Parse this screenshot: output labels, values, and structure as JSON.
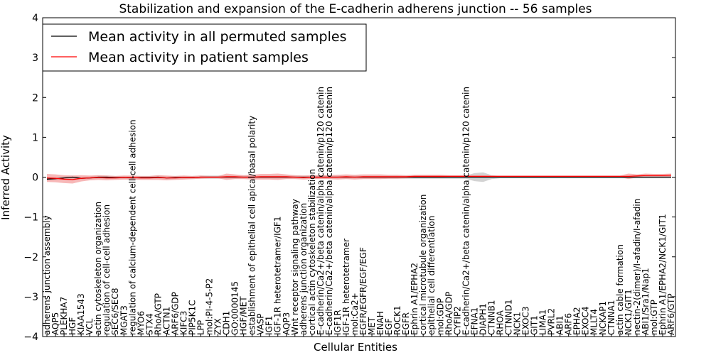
{
  "chart_data": {
    "type": "line",
    "title": "Stabilization and expansion of the E-cadherin adherens junction -- 56 samples",
    "xlabel": "Cellular Entities",
    "ylabel": "Inferred Activity",
    "ylim": [
      -4,
      4
    ],
    "yticks": [
      "4",
      "3",
      "2",
      "1",
      "0",
      "−1",
      "−2",
      "−3",
      "−4"
    ],
    "grid": false,
    "legend_position": "top-left",
    "colors": {
      "permuted": "#000000",
      "patient": "#ff0000",
      "patient_band": "#f4a0a0",
      "permuted_band": "#c8c8c8"
    },
    "categories": [
      "adherens junction assembly",
      "AQP5",
      "PLEKHA7",
      "HGF",
      "KIAA1543",
      "VCL",
      "actin cytoskeleton organization",
      "regulation of cell-cell adhesion",
      "SEC6/SEC8",
      "MGAT3",
      "regulation of calcium-dependent cell-cell adhesion",
      "MYO6",
      "STX4",
      "RhoA/GTP",
      "ACTN1",
      "ARF6/GDP",
      "KIFC3",
      "PIP5K1C",
      "LPP",
      "mol:PI-4-5-P2",
      "ZYX",
      "CDH1",
      "GO:0000145",
      "HGF/MET",
      "establishment of epithelial cell apical/basal polarity",
      "VASP",
      "IGF1",
      "IGF-1R heterotetramer/IGF1",
      "AQP3",
      "Wnt receptor signaling pathway",
      "adherens junction organization",
      "cortical actin cytoskeleton stabilization",
      "E-cadherin/Ca2+/beta catenin/alpha catenin/p120 catenin",
      "E-cadherin/Ca2+/beta catenin/alpha catenin/p120 catenin",
      "IGF1R",
      "IGF-1R heterotetramer",
      "mol:Ca2+",
      "EGFR/EGFR/EGF/EGF",
      "MET",
      "ENAH",
      "EGF",
      "ROCK1",
      "EGFR",
      "Ephrin A1/EPHA2",
      "cortical microtubule organization",
      "epithelial cell differentiation",
      "mol:GDP",
      "RhoA/GDP",
      "CYFIP2",
      "E-cadherin/Ca2+/beta catenin/alpha catenin/p120 catenin",
      "EFNA1",
      "DIAPH1",
      "CTNNB1",
      "RHOA",
      "CTNND1",
      "NCK1",
      "EXOC3",
      "GIT1",
      "LIMA1",
      "PVRL2",
      "ABI1",
      "ARF6",
      "EPHA2",
      "EXOC4",
      "MLLT4",
      "NCKAP1",
      "CTNNA1",
      "actin cable formation",
      "NCK1/GIT1",
      "nectin-2(dimer)/I-afadin/I-afadin",
      "ABI1/Sra1/Nap1",
      "mol:GTP",
      "Ephrin A1/EPHA2/NCK1/GIT1",
      "ARF6/GTP"
    ],
    "series": [
      {
        "name": "Mean activity in all permuted samples",
        "values": [
          -0.05,
          -0.04,
          -0.02,
          0.0,
          -0.03,
          -0.02,
          0.0,
          0.0,
          -0.01,
          -0.01,
          -0.02,
          -0.01,
          -0.01,
          0.0,
          -0.02,
          -0.01,
          -0.01,
          -0.01,
          0.0,
          0.0,
          0.0,
          0.0,
          0.0,
          0.0,
          0.0,
          0.0,
          0.0,
          0.0,
          0.0,
          0.0,
          0.0,
          0.0,
          0.0,
          0.0,
          0.0,
          0.0,
          0.0,
          0.0,
          0.0,
          0.0,
          0.0,
          0.0,
          0.0,
          0.0,
          0.0,
          0.0,
          0.0,
          0.0,
          0.0,
          0.0,
          0.0,
          0.0,
          0.0,
          0.0,
          0.0,
          0.0,
          0.0,
          0.0,
          0.0,
          0.0,
          0.0,
          0.0,
          0.0,
          0.0,
          0.0,
          0.0,
          0.0,
          0.0,
          0.0,
          0.0,
          0.0,
          0.0,
          0.0,
          0.0
        ],
        "band": [
          0.04,
          0.04,
          0.04,
          0.04,
          0.04,
          0.04,
          0.04,
          0.04,
          0.04,
          0.04,
          0.04,
          0.04,
          0.04,
          0.04,
          0.04,
          0.04,
          0.04,
          0.04,
          0.04,
          0.04,
          0.04,
          0.04,
          0.04,
          0.04,
          0.04,
          0.04,
          0.04,
          0.04,
          0.04,
          0.04,
          0.04,
          0.04,
          0.04,
          0.04,
          0.04,
          0.04,
          0.04,
          0.04,
          0.04,
          0.04,
          0.04,
          0.04,
          0.04,
          0.04,
          0.04,
          0.04,
          0.04,
          0.04,
          0.04,
          0.04,
          0.1,
          0.12,
          0.05,
          0.03,
          0.03,
          0.03,
          0.03,
          0.03,
          0.03,
          0.03,
          0.03,
          0.03,
          0.03,
          0.03,
          0.03,
          0.03,
          0.03,
          0.03,
          0.03,
          0.03,
          0.03,
          0.03,
          0.03,
          0.03
        ]
      },
      {
        "name": "Mean activity in patient samples",
        "values": [
          -0.02,
          -0.03,
          -0.05,
          -0.06,
          -0.03,
          -0.02,
          -0.01,
          -0.02,
          -0.02,
          -0.01,
          -0.01,
          -0.02,
          -0.02,
          -0.01,
          -0.02,
          -0.02,
          -0.01,
          -0.01,
          0.0,
          0.0,
          0.0,
          0.01,
          0.01,
          0.0,
          0.0,
          0.01,
          0.01,
          0.01,
          0.01,
          0.0,
          -0.01,
          0.0,
          0.0,
          0.0,
          0.0,
          0.01,
          0.0,
          0.01,
          0.01,
          0.01,
          0.01,
          0.01,
          0.01,
          0.02,
          0.02,
          0.02,
          0.02,
          0.02,
          0.02,
          0.02,
          0.02,
          0.02,
          0.02,
          0.02,
          0.02,
          0.02,
          0.02,
          0.02,
          0.02,
          0.02,
          0.02,
          0.02,
          0.02,
          0.02,
          0.02,
          0.02,
          0.02,
          0.02,
          0.02,
          0.03,
          0.04,
          0.04,
          0.04,
          0.05
        ],
        "band": [
          0.1,
          0.1,
          0.1,
          0.1,
          0.08,
          0.06,
          0.06,
          0.06,
          0.05,
          0.05,
          0.05,
          0.05,
          0.05,
          0.06,
          0.06,
          0.05,
          0.05,
          0.04,
          0.04,
          0.03,
          0.03,
          0.08,
          0.06,
          0.05,
          0.06,
          0.07,
          0.07,
          0.08,
          0.06,
          0.05,
          0.05,
          0.05,
          0.05,
          0.05,
          0.06,
          0.06,
          0.06,
          0.06,
          0.06,
          0.06,
          0.05,
          0.05,
          0.04,
          0.04,
          0.04,
          0.04,
          0.04,
          0.03,
          0.03,
          0.03,
          0.03,
          0.03,
          0.02,
          0.02,
          0.02,
          0.02,
          0.02,
          0.02,
          0.02,
          0.02,
          0.02,
          0.02,
          0.02,
          0.02,
          0.02,
          0.02,
          0.02,
          0.02,
          0.07,
          0.04,
          0.05,
          0.04,
          0.04,
          0.04
        ]
      }
    ]
  }
}
